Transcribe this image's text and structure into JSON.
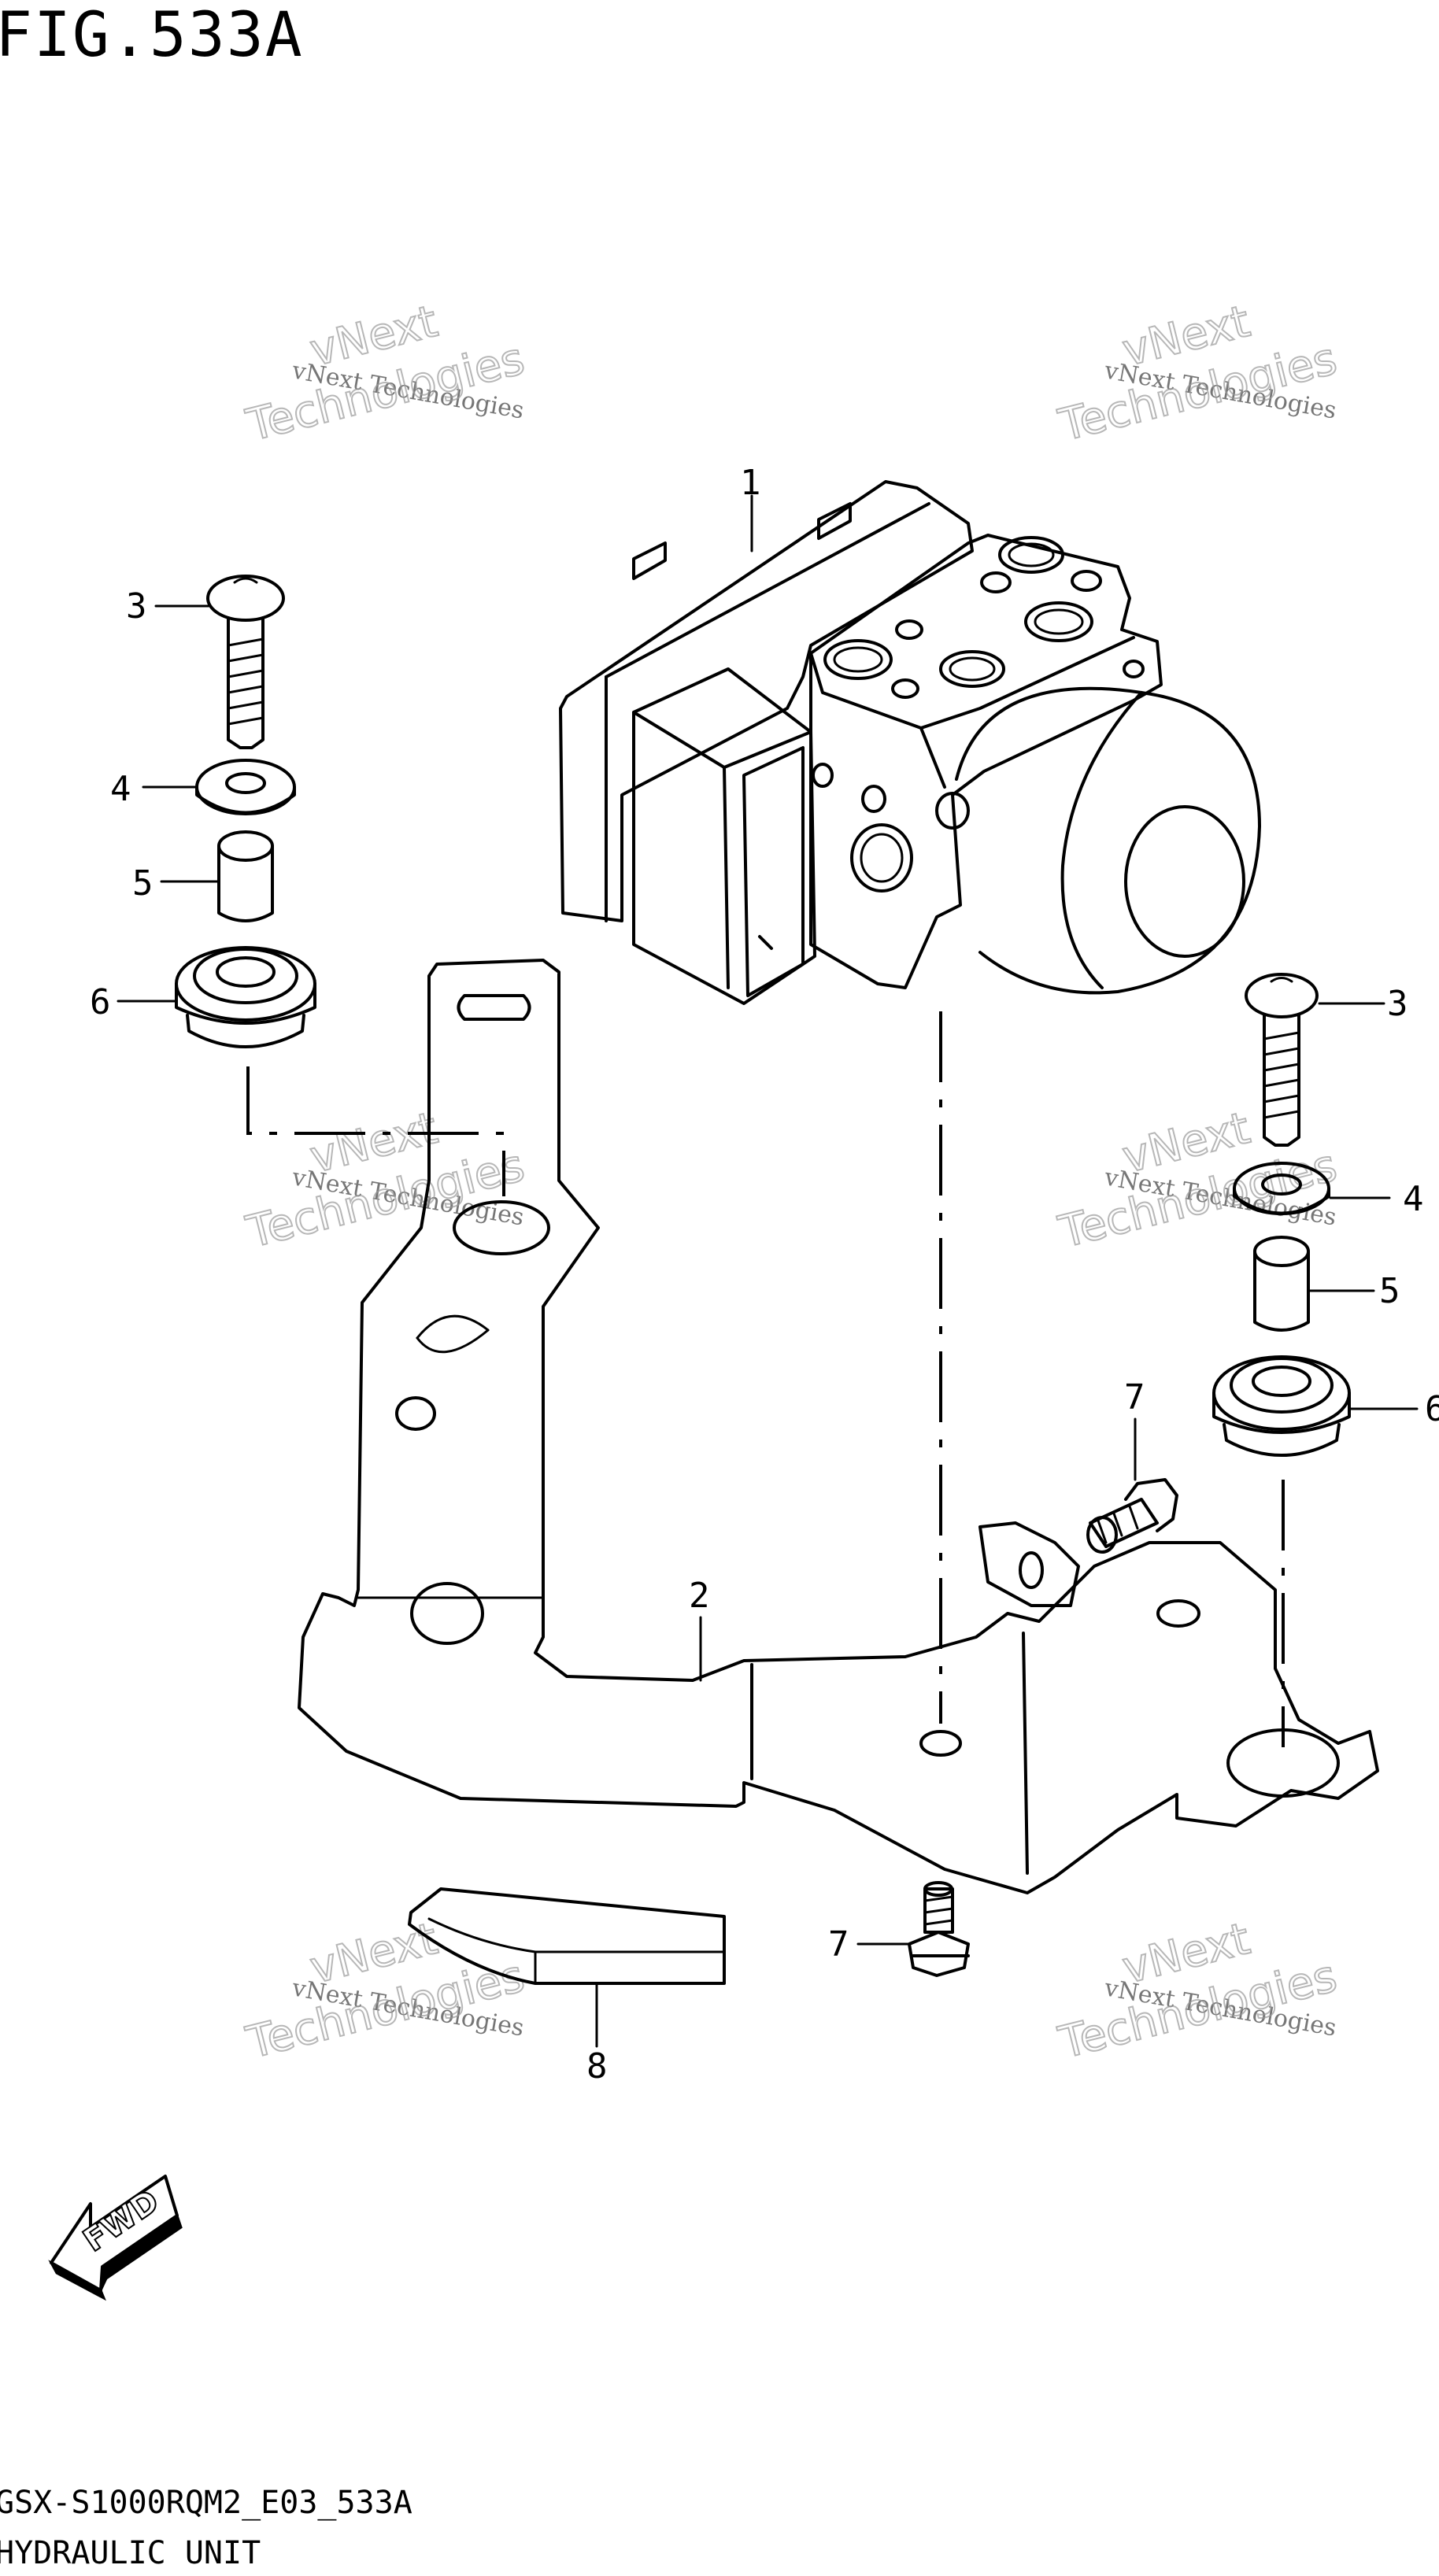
{
  "figure": {
    "title": "FIG.533A",
    "model_code": "GSX-S1000RQM2_E03_533A",
    "part_name": "HYDRAULIC UNIT",
    "fwd_label": "FWD"
  },
  "watermark": {
    "line1": "vNext Technologies",
    "line2": "vNext",
    "line3": "Technologies"
  },
  "callouts": [
    {
      "id": "c1",
      "label": "1"
    },
    {
      "id": "c2",
      "label": "2"
    },
    {
      "id": "c3a",
      "label": "3"
    },
    {
      "id": "c4a",
      "label": "4"
    },
    {
      "id": "c5a",
      "label": "5"
    },
    {
      "id": "c6a",
      "label": "6"
    },
    {
      "id": "c3b",
      "label": "3"
    },
    {
      "id": "c4b",
      "label": "4"
    },
    {
      "id": "c5b",
      "label": "5"
    },
    {
      "id": "c6b",
      "label": "6"
    },
    {
      "id": "c7a",
      "label": "7"
    },
    {
      "id": "c7b",
      "label": "7"
    },
    {
      "id": "c8",
      "label": "8"
    }
  ]
}
